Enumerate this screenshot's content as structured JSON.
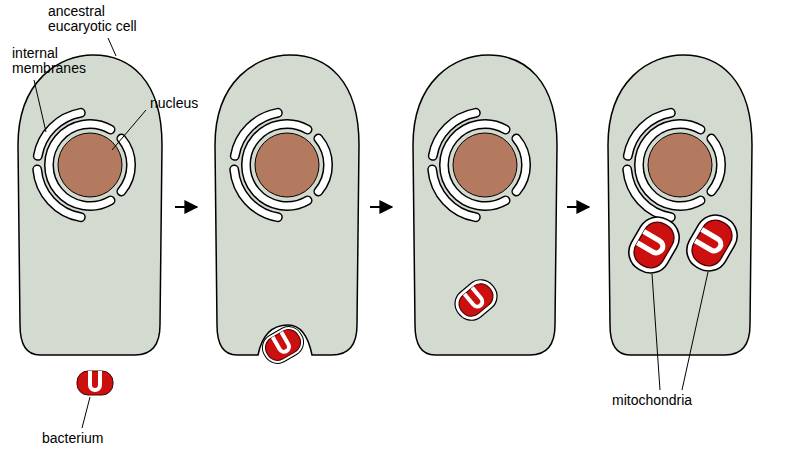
{
  "diagram": {
    "labels": [
      "ancestral eucaryotic cell",
      "internal membranes",
      "nucleus",
      "bacterium",
      "mitochondria"
    ]
  }
}
